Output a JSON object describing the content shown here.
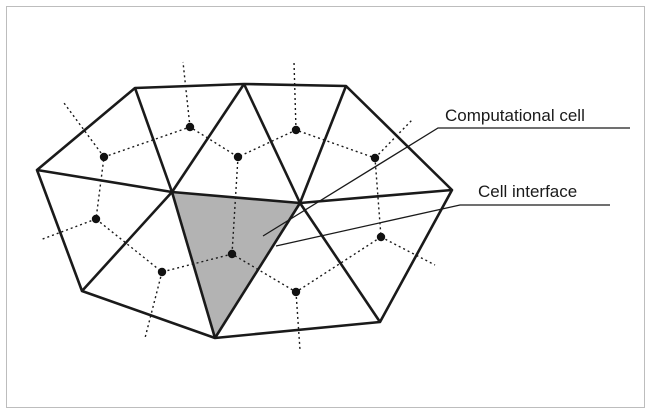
{
  "labels": {
    "computational_cell": "Computational cell",
    "cell_interface": "Cell interface"
  },
  "colors": {
    "edge": "#1a1a1a",
    "dual_edge": "#1a1a1a",
    "highlight_fill": "#b3b3b3",
    "frame": "#bdbdbd"
  },
  "legend": [
    {
      "key": "computational_cell",
      "target": "shaded-triangle"
    },
    {
      "key": "cell_interface",
      "target": "triangle-edge"
    }
  ]
}
